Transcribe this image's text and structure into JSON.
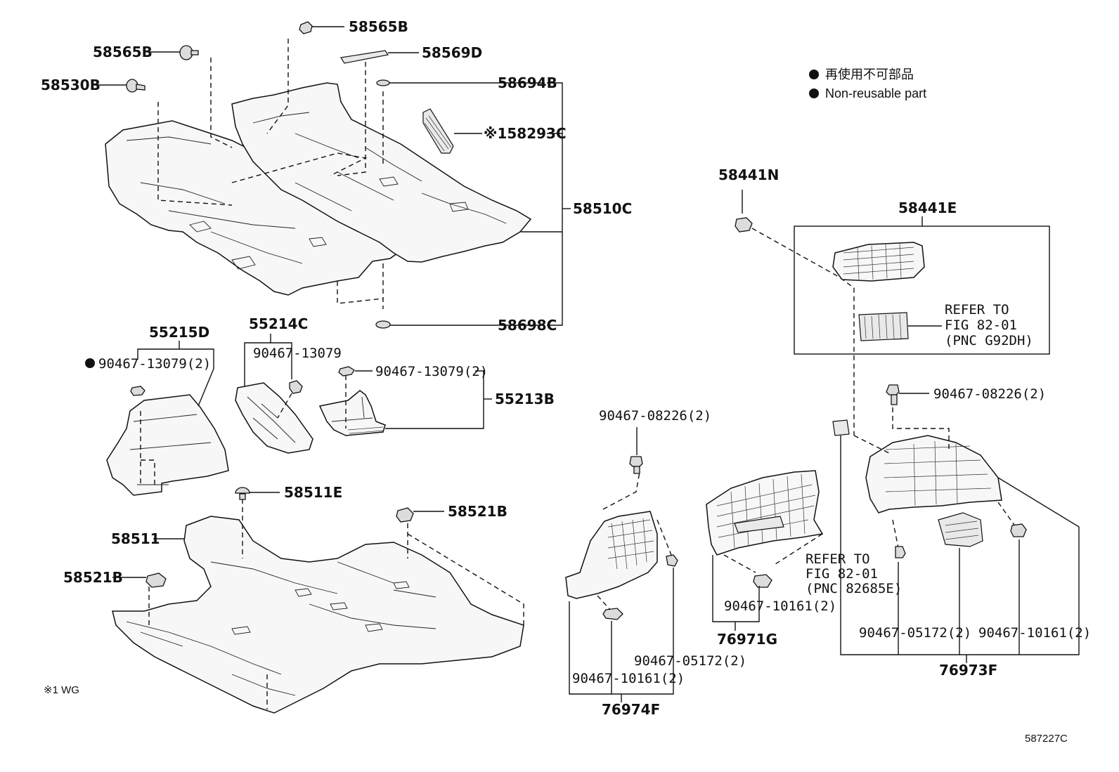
{
  "legend": {
    "line1": "再使用不可部品",
    "line2": "Non-reusable part"
  },
  "footnote": "※1 WG",
  "figure_id": "587227C",
  "callouts": {
    "c58565B_top": "58565B",
    "c58565B_left": "58565B",
    "c58569D": "58569D",
    "c58530B": "58530B",
    "c58694B": "58694B",
    "c58293C": "※158293C",
    "c58510C": "58510C",
    "c58698C": "58698C",
    "c55215D": "55215D",
    "c55214C": "55214C",
    "c90467_13079_a": "90467-13079(2)",
    "c90467_13079_b": "90467-13079",
    "c90467_13079_c": "90467-13079(2)",
    "c55213B": "55213B",
    "c58511E": "58511E",
    "c58521B_right": "58521B",
    "c58511": "58511",
    "c58521B_left": "58521B",
    "c58441N": "58441N",
    "c58441E": "58441E",
    "refer1_l1": "REFER TO",
    "refer1_l2": "FIG 82-01",
    "refer1_l3": "(PNC G92DH)",
    "c90467_08226_right": "90467-08226(2)",
    "c90467_08226_mid": "90467-08226(2)",
    "refer2_l1": "REFER TO",
    "refer2_l2": "FIG 82-01",
    "refer2_l3": "(PNC 82685E)",
    "c90467_10161_a": "90467-10161(2)",
    "c76971G": "76971G",
    "c90467_05172_a": "90467-05172(2)",
    "c90467_10161_b": "90467-10161(2)",
    "c76974F": "76974F",
    "c90467_05172_b": "90467-05172(2)",
    "c90467_10161_c": "90467-10161(2)",
    "c76973F": "76973F"
  }
}
